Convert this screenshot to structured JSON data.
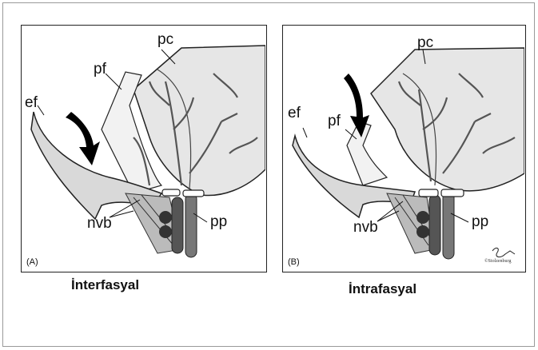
{
  "panels": [
    {
      "id": "A",
      "panel_label": "(A)",
      "caption": "İnterfasyal",
      "labels": {
        "pc": "pc",
        "pf": "pf",
        "ef": "ef",
        "nvb": "nvb",
        "pp": "pp"
      }
    },
    {
      "id": "B",
      "panel_label": "(B)",
      "caption": "İntrafasyal",
      "labels": {
        "pc": "pc",
        "pf": "pf",
        "ef": "ef",
        "nvb": "nvb",
        "pp": "pp"
      },
      "signature": "S. Stolz",
      "copyright": "©Stolzenburg"
    }
  ],
  "colors": {
    "tissue": "#e6e6e6",
    "outline": "#222222",
    "vessel": "#555555",
    "arrow": "#000000"
  }
}
